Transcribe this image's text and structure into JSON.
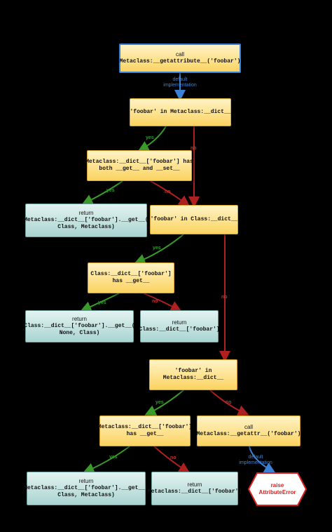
{
  "nodes": {
    "start": {
      "l1": "call",
      "l2": "Metaclass:__getattribute__('foobar')"
    },
    "in_meta_dict": {
      "l1": "'foobar' in Metaclass:__dict__"
    },
    "meta_has_get_set": {
      "l1": "Metaclass:__dict__['foobar'] has",
      "l2": "both __get__ and __set__"
    },
    "ret_meta_get1": {
      "l1": "return",
      "l2": "Metaclass:__dict__['foobar'].__get__(",
      "l3": "Class, Metaclass)"
    },
    "in_class_dict": {
      "l1": "'foobar' in Class:__dict__"
    },
    "class_has_get": {
      "l1": "Class:__dict__['foobar']",
      "l2": "has __get__"
    },
    "ret_class_get": {
      "l1": "return",
      "l2": "Class:__dict__['foobar'].__get__(",
      "l3": "None, Class)"
    },
    "ret_class_dict": {
      "l1": "return",
      "l2": "Class:__dict__['foobar']"
    },
    "in_meta_dict2": {
      "l1": "'foobar' in",
      "l2": "Metaclass:__dict__"
    },
    "meta_has_get": {
      "l1": "Metaclass:__dict__['foobar']",
      "l2": "has __get__"
    },
    "call_getattr": {
      "l1": "call",
      "l2": "Metaclass:__getattr__('foobar')"
    },
    "ret_meta_get2": {
      "l1": "return",
      "l2": "Metaclass:__dict__['foobar'].__get__(",
      "l3": "Class, Metaclass)"
    },
    "ret_meta_dict": {
      "l1": "return",
      "l2": "Metaclass:__dict__['foobar']"
    },
    "raise": {
      "l1": "raise",
      "l2": "AttributeError"
    }
  },
  "edge_labels": {
    "yes": "yes",
    "no": "no",
    "default_impl": "default implementation"
  },
  "colors": {
    "yes": "#3a9a2a",
    "no": "#b02020",
    "default": "#3b82d6",
    "box_yellow": "#fbd360",
    "box_teal": "#a9d4d1"
  }
}
